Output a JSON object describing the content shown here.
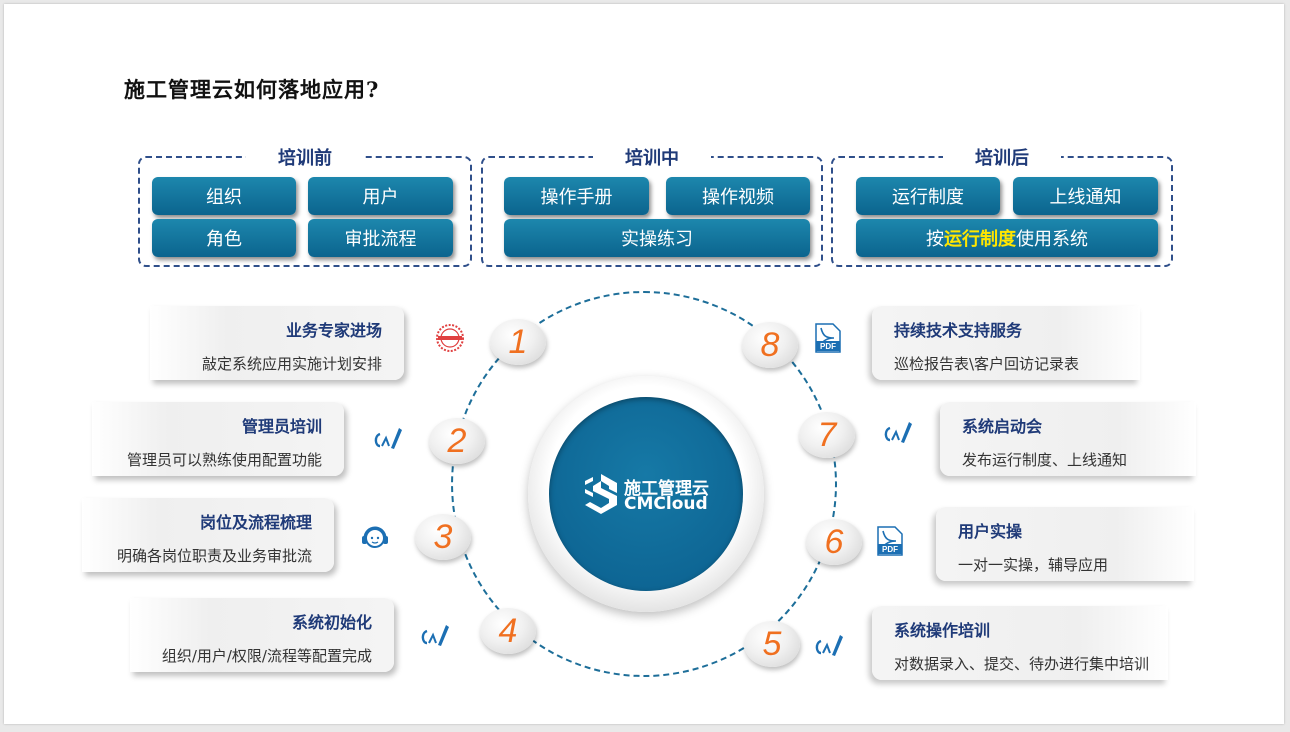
{
  "title": "施工管理云如何落地应用?",
  "groups": [
    {
      "title": "培训前",
      "buttons": [
        "组织",
        "用户",
        "角色",
        "审批流程"
      ]
    },
    {
      "title": "培训中",
      "buttons": [
        "操作手册",
        "操作视频",
        "实操练习"
      ]
    },
    {
      "title": "培训后",
      "buttons": [
        "运行制度",
        "上线通知"
      ],
      "wide_prefix": "按",
      "wide_highlight": "运行制度",
      "wide_suffix": "使用系统"
    }
  ],
  "steps": [
    {
      "num": "1",
      "title": "业务专家进场",
      "desc": "敲定系统应用实施计划安排",
      "icon": "stamp-icon"
    },
    {
      "num": "2",
      "title": "管理员培训",
      "desc": "管理员可以熟练使用配置功能",
      "icon": "pen-icon"
    },
    {
      "num": "3",
      "title": "岗位及流程梳理",
      "desc": "明确各岗位职责及业务审批流",
      "icon": "headset-icon"
    },
    {
      "num": "4",
      "title": "系统初始化",
      "desc": "组织/用户/权限/流程等配置完成",
      "icon": "pen-icon"
    },
    {
      "num": "5",
      "title": "系统操作培训",
      "desc": "对数据录入、提交、待办进行集中培训",
      "icon": "pen-icon"
    },
    {
      "num": "6",
      "title": "用户实操",
      "desc": "一对一实操，辅导应用",
      "icon": "pdf-icon"
    },
    {
      "num": "7",
      "title": "系统启动会",
      "desc": "发布运行制度、上线通知",
      "icon": "pen-icon"
    },
    {
      "num": "8",
      "title": "持续技术支持服务",
      "desc": "巡检报告表\\客户回访记录表",
      "icon": "pdf-icon"
    }
  ],
  "center": {
    "brand_cn": "施工管理云",
    "brand_en": "CMCloud"
  },
  "colors": {
    "navy": "#1f3a78",
    "teal": "#0b648e",
    "orange": "#f07020",
    "highlight": "#ffe600"
  }
}
